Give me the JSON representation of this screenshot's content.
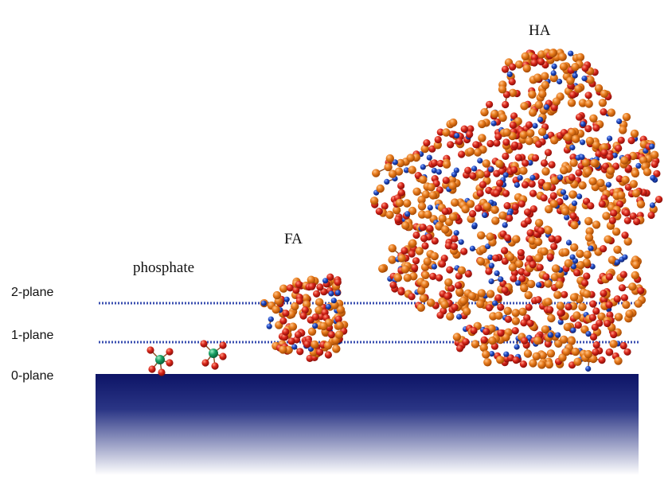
{
  "planes": {
    "plane2": "2-plane",
    "plane1": "1-plane",
    "plane0": "0-plane"
  },
  "molecules": {
    "phosphate": "phosphate",
    "fa": "FA",
    "ha": "HA"
  },
  "colors": {
    "surface_top": "#0d1466",
    "surface_bottom": "#ffffff",
    "dotted_line": "#3a4fb0",
    "carbon_atom": "#e07818",
    "oxygen_atom": "#d42412",
    "nitrogen_atom": "#1d44b8",
    "phosphorus_atom": "#1a9a63"
  }
}
